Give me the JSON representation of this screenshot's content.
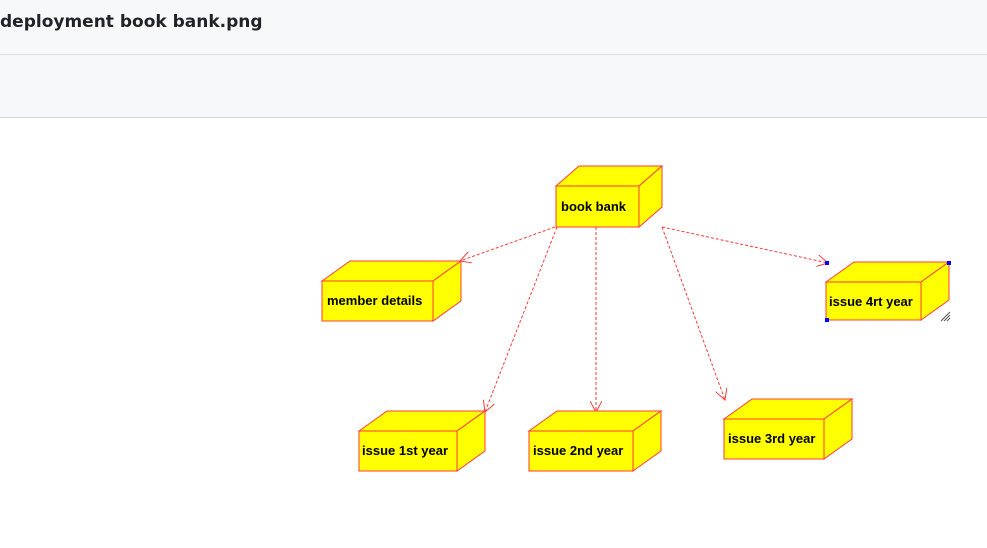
{
  "header": {
    "file_title": "deployment book bank.png"
  },
  "diagram": {
    "node_fill": "#ffff00",
    "node_stroke": "#ff3b3b",
    "edge_color": "#ff3b3b",
    "selection_color": "#0000ff",
    "nodes": {
      "book_bank": "book bank",
      "member_details": "member details",
      "issue_4rt_year": "issue 4rt year",
      "issue_1st_year": "issue 1st year",
      "issue_2nd_year": "issue 2nd year",
      "issue_3rd_year": "issue 3rd year"
    }
  }
}
